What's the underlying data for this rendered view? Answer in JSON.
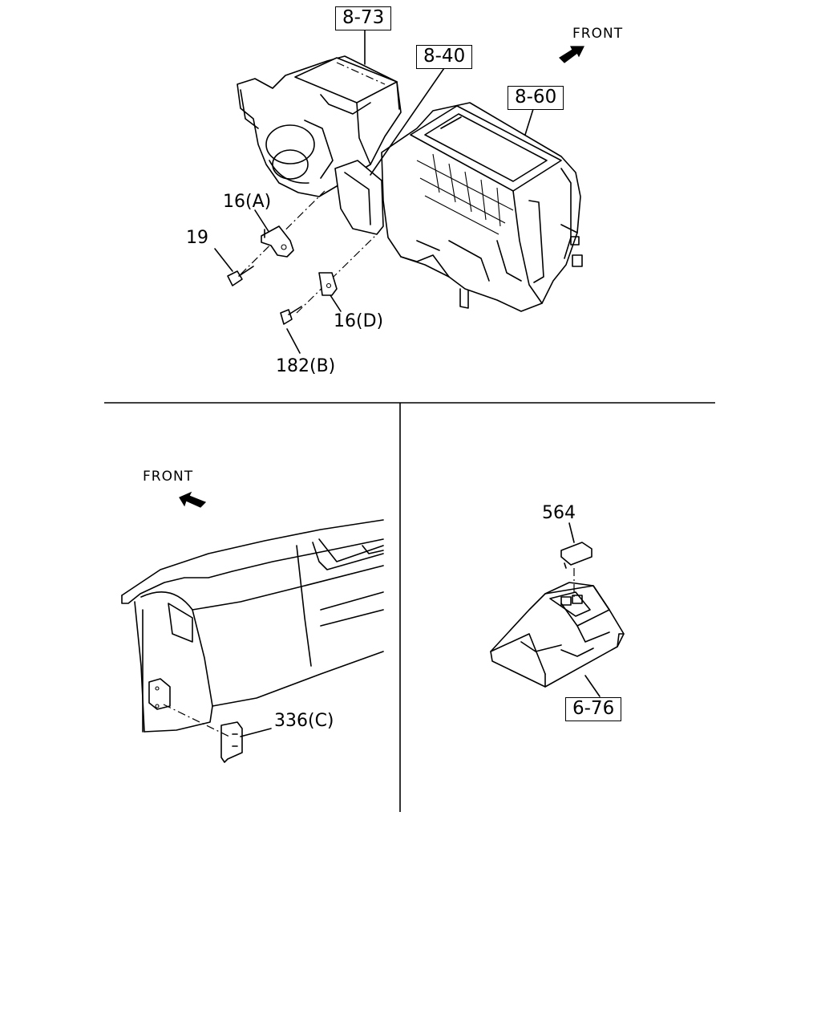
{
  "diagram": {
    "top_panel": {
      "refs": {
        "r873": "8-73",
        "r840": "8-40",
        "r860": "8-60"
      },
      "front_label": "FRONT",
      "parts": {
        "p16a": "16(A)",
        "p19": "19",
        "p16d": "16(D)",
        "p182b": "182(B)"
      }
    },
    "bottom_left_panel": {
      "front_label": "FRONT",
      "parts": {
        "p336c": "336(C)"
      }
    },
    "bottom_right_panel": {
      "parts": {
        "p564": "564"
      },
      "refs": {
        "r676": "6-76"
      }
    }
  }
}
